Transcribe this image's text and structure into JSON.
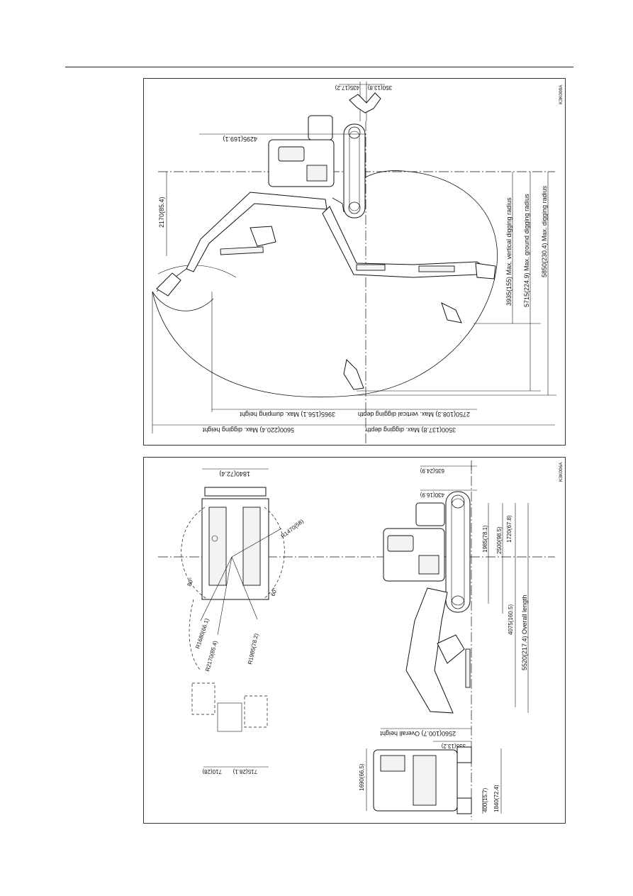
{
  "top_diagram": {
    "code": "K3K008A",
    "dims": {
      "d435": "435(17.2)",
      "d350": "350(13.8)",
      "d4295": "4295(169.1)",
      "d2170": "2170(85.4)",
      "vert_radius": "3935(155) Max. vertical digging radius",
      "ground_radius": "5715(224.9) Max. ground digging radius",
      "dig_radius": "5850(230.4) Max. digging radius",
      "dump_height": "3965(156.1) Max. dumping height",
      "dig_height": "5600(220.4) Max. digging height",
      "vert_depth": "2750(108.3) Max. vertical digging depth",
      "dig_depth": "3500(137.8) Max. digging depth"
    }
  },
  "bottom_diagram": {
    "code": "K3K006A",
    "dims": {
      "d1840_top": "1840(72.4)",
      "d635": "635(24.9)",
      "d430": "430(16.9)",
      "r1470": "R1470(58)",
      "a80": "80°",
      "a60": "60°",
      "r1680": "R1680(66.1)",
      "r2170": "R2170(85.4)",
      "r1985": "R1985(78.2)",
      "d1985": "1985(78.1)",
      "d2500": "2500(98.5)",
      "d1720": "1720(67.8)",
      "d4075": "4075(160.5)",
      "overall_length": "5520(217.4) Overall length",
      "overall_height": "2560(100.7) Overall height",
      "d335": "335(13.2)",
      "d710": "710(28)",
      "d715": "715(28.1)",
      "d1690": "1690(66.5)",
      "d400": "400(15.7)",
      "d1840_bottom": "1840(72.4)"
    }
  }
}
